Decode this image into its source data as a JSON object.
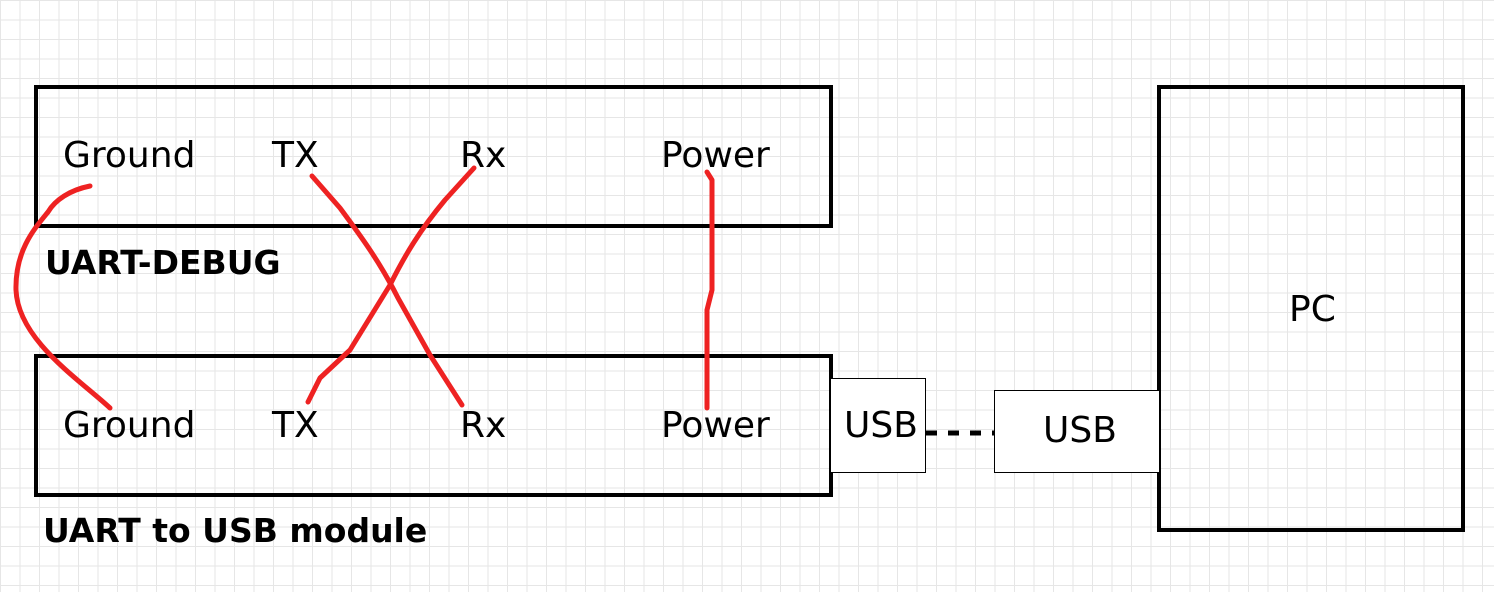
{
  "uart_debug": {
    "title": "UART-DEBUG",
    "pins": [
      "Ground",
      "TX",
      "Rx",
      "Power"
    ]
  },
  "uart_usb_module": {
    "title": "UART to USB module",
    "pins": [
      "Ground",
      "TX",
      "Rx",
      "Power"
    ],
    "port_label": "USB"
  },
  "pc": {
    "label": "PC",
    "port_label": "USB"
  },
  "colors": {
    "wire": "#ee2222",
    "outline": "#000000"
  }
}
